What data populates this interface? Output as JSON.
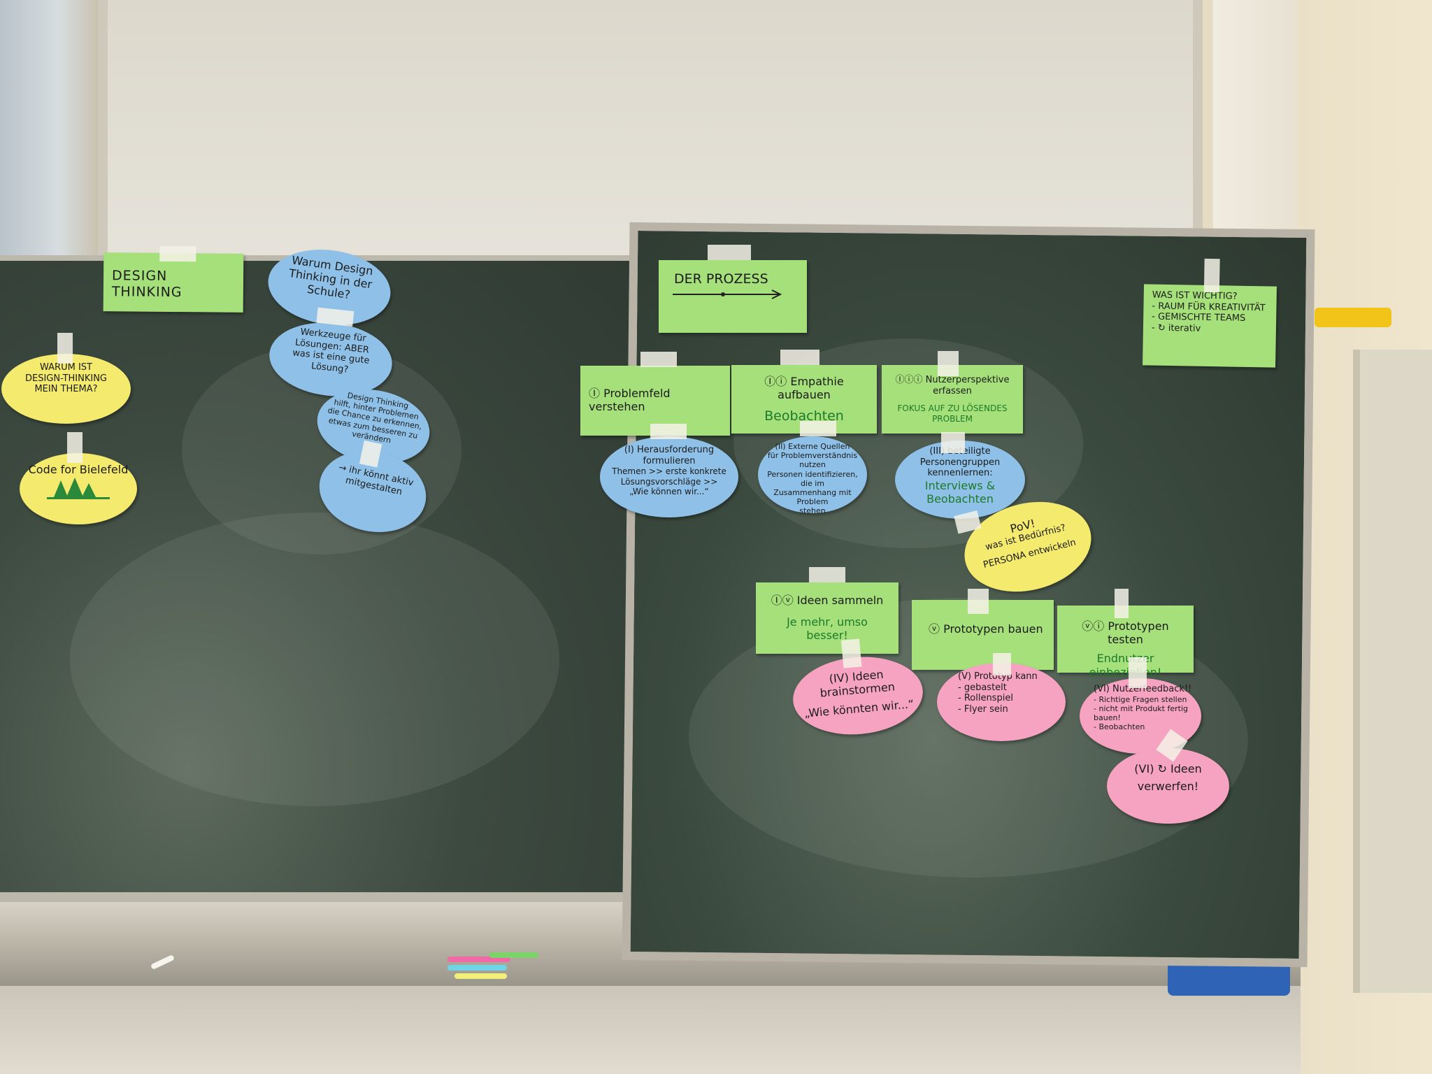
{
  "left_board": {
    "title": "DESIGN THINKING",
    "why_topic": [
      "WARUM IST",
      "DESIGN-THINKING",
      "MEIN THEMA?"
    ],
    "code_note": "Code for Bielefeld",
    "why_school": [
      "Warum Design",
      "Thinking in der",
      "Schule?"
    ],
    "tools": [
      "Werkzeuge für",
      "Lösungen: ABER",
      "was ist eine gute",
      "Lösung?"
    ],
    "helps": [
      "Design Thinking",
      "hilft, hinter Problemen",
      "die Chance zu erkennen,",
      "etwas zum besseren zu",
      "verändern"
    ],
    "shape": [
      "→ ihr könnt aktiv",
      "mitgestalten"
    ]
  },
  "right_board": {
    "process_title": "DER PROZESS",
    "important": [
      "WAS IST WICHTIG?",
      "- RAUM FÜR KREATIVITÄT",
      "- GEMISCHTE TEAMS",
      "- ↻ iterativ"
    ],
    "steps": [
      {
        "label": "Ⓘ Problemfeld verstehen",
        "sub": ""
      },
      {
        "label": "Ⓘⓘ Empathie aufbauen",
        "sub": "Beobachten"
      },
      {
        "label": "Ⓘⓘⓘ Nutzerperspektive erfassen",
        "sub": "FOKUS AUF ZU LÖSENDES PROBLEM"
      },
      {
        "label": "Ⓘⓥ Ideen sammeln",
        "sub": "Je mehr, umso besser!"
      },
      {
        "label": "ⓥ Prototypen bauen",
        "sub": ""
      },
      {
        "label": "ⓥⓘ Prototypen testen",
        "sub": "Endnutzer einbeziehen!"
      }
    ],
    "blue_notes": [
      [
        "(I) Herausforderung",
        "formulieren",
        "Themen >> erste konkrete",
        "Lösungsvorschläge >>",
        "„Wie können wir...“"
      ],
      [
        "(II) Externe Quellen",
        "für Problemverständnis",
        "nutzen",
        "Personen identifizieren, die im",
        "Zusammenhang mit Problem",
        "stehen"
      ],
      [
        "(III) beteiligte",
        "Personengruppen",
        "kennenlernen:",
        "Interviews &",
        "Beobachten"
      ]
    ],
    "pov_note": [
      "PoV!",
      "was ist Bedürfnis?",
      "PERSONA entwickeln"
    ],
    "pink_notes": [
      [
        "(IV) Ideen brainstormen",
        "„Wie könnten wir...“"
      ],
      [
        "(V) Prototyp kann",
        "- gebastelt",
        "- Rollenspiel",
        "- Flyer   sein"
      ],
      [
        "(VI) Nutzerfeedback!!",
        "- Richtige Fragen stellen",
        "- nicht mit Produkt fertig",
        "  bauen!",
        "- Beobachten"
      ],
      [
        "(VI) ↻ Ideen",
        "verwerfen!"
      ]
    ]
  }
}
